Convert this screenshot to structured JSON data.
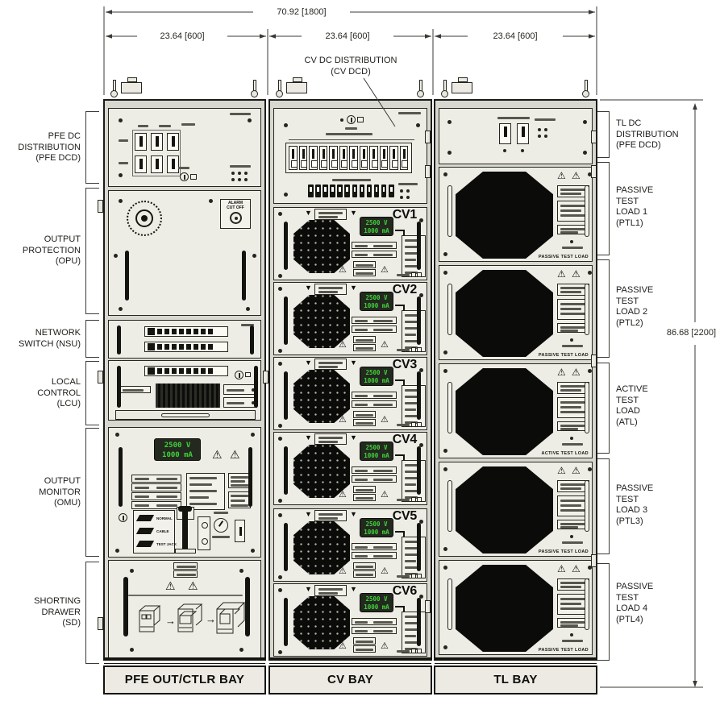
{
  "dimensions": {
    "overall_width": "70.92 [1800]",
    "bay1_width": "23.64 [600]",
    "bay2_width": "23.64 [600]",
    "bay3_width": "23.64 [600]",
    "overall_height": "86.68 [2200]"
  },
  "callout": {
    "text": "CV DC DISTRIBUTION\n(CV DCD)"
  },
  "left_labels": [
    {
      "text": "PFE DC\nDISTRIBUTION\n(PFE DCD)"
    },
    {
      "text": "OUTPUT\nPROTECTION\n(OPU)"
    },
    {
      "text": "NETWORK\nSWITCH (NSU)"
    },
    {
      "text": "LOCAL\nCONTROL\n(LCU)"
    },
    {
      "text": "OUTPUT\nMONITOR\n(OMU)"
    },
    {
      "text": "SHORTING\nDRAWER\n(SD)"
    }
  ],
  "right_labels": [
    {
      "text": "TL DC\nDISTRIBUTION\n(PFE DCD)"
    },
    {
      "text": "PASSIVE\nTEST\nLOAD 1\n(PTL1)"
    },
    {
      "text": "PASSIVE\nTEST\nLOAD 2\n(PTL2)"
    },
    {
      "text": "ACTIVE\nTEST\nLOAD\n(ATL)"
    },
    {
      "text": "PASSIVE\nTEST\nLOAD 3\n(PTL3)"
    },
    {
      "text": "PASSIVE\nTEST\nLOAD 4\n(PTL4)"
    }
  ],
  "bays": {
    "bay1_name": "PFE OUT/CTLR BAY",
    "bay2_name": "CV BAY",
    "bay3_name": "TL BAY"
  },
  "opu": {
    "alarm_label": "ALARM\nCUT OFF"
  },
  "omu": {
    "display": "2500 V\n1000 mA",
    "switch_labels": [
      "NORMAL",
      "CABLE",
      "TEST JACK"
    ]
  },
  "cv_modules": [
    {
      "name": "CV1",
      "display": "2500 V\n1000 mA"
    },
    {
      "name": "CV2",
      "display": "2500 V\n1000 mA"
    },
    {
      "name": "CV3",
      "display": "2500 V\n1000 mA"
    },
    {
      "name": "CV4",
      "display": "2500 V\n1000 mA"
    },
    {
      "name": "CV5",
      "display": "2500 V\n1000 mA"
    },
    {
      "name": "CV6",
      "display": "2500 V\n1000 mA"
    }
  ],
  "tl_modules": [
    {
      "footer": "PASSIVE TEST LOAD"
    },
    {
      "footer": "PASSIVE TEST LOAD"
    },
    {
      "footer": "ACTIVE TEST LOAD"
    },
    {
      "footer": "PASSIVE TEST LOAD"
    },
    {
      "footer": "PASSIVE TEST LOAD"
    }
  ],
  "colors": {
    "lcd_green": "#3fd23a",
    "panel": "#edece5",
    "line": "#1b1b17"
  }
}
